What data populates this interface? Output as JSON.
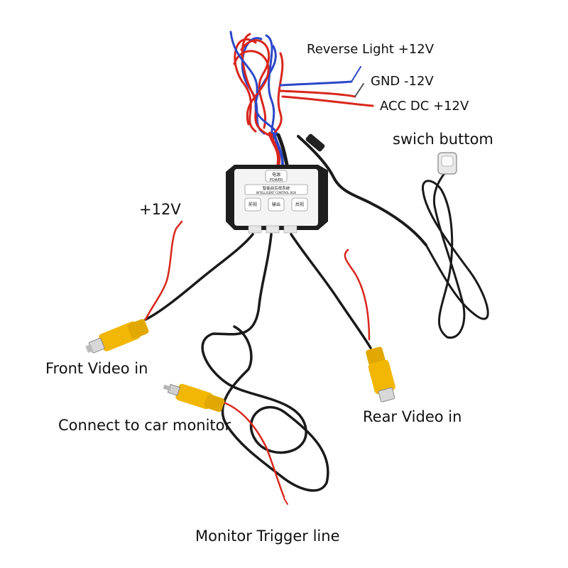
{
  "labels": {
    "reverse_light": "Reverse Light +12V",
    "gnd": "GND -12V",
    "acc": "ACC DC +12V",
    "switch": "swich buttom",
    "plus12v": "+12V",
    "front_video": "Front Video in",
    "rear_video": "Rear Video in",
    "car_monitor": "Connect to car monitor",
    "trigger": "Monitor Trigger line"
  },
  "box": {
    "power": "电源",
    "power_en": "POWER",
    "title_cn": "智能前后视系统",
    "title_en": "INTELLIGENT CONTROL BOX",
    "ports": [
      "前视",
      "输出",
      "后视"
    ]
  },
  "colors": {
    "wire_red": "#d9261c",
    "wire_blue": "#2b47c9",
    "cable_black": "#1a1a1a",
    "rca_yellow": "#f2b705"
  }
}
